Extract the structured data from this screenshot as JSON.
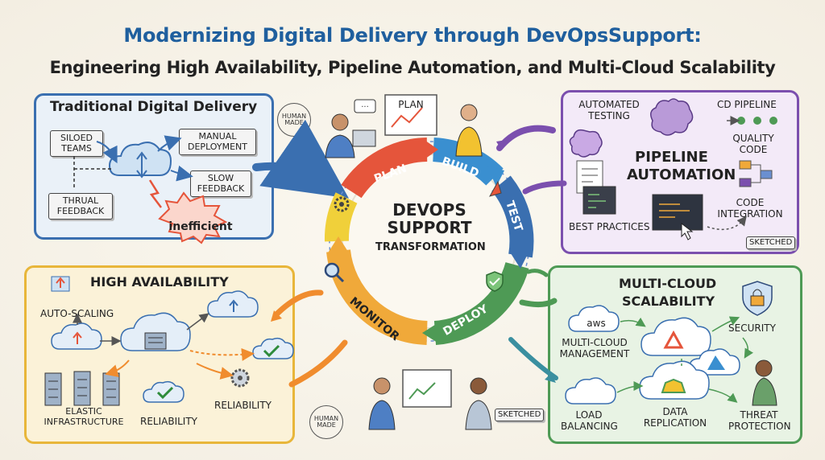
{
  "header": {
    "title": "Modernizing Digital Delivery through DevOpsSupport:",
    "subtitle": "Engineering High Availability, Pipeline Automation, and Multi-Cloud Scalability"
  },
  "traditional": {
    "title": "Traditional Digital Delivery",
    "siloed": "SILOED TEAMS",
    "manual": "MANUAL DEPLOYMENT",
    "slow": "SLOW FEEDBACK",
    "thrual": "THRUAL FEEDBACK",
    "inefficient": "inefficient"
  },
  "center": {
    "line1": "DEVOPS",
    "line2": "SUPPORT",
    "line3": "TRANSFORMATION",
    "stages": [
      "PLAN",
      "BUILD",
      "TEST",
      "DEPLOY",
      "MONITOR"
    ],
    "plan_board": "PLAN"
  },
  "pipeline": {
    "title1": "PIPELINE",
    "title2": "AUTOMATION",
    "automated": "AUTOMATED TESTING",
    "cd": "CD PIPELINE",
    "quality": "QUALITY CODE",
    "code": "CODE INTEGRATION",
    "best": "BEST PRACTICES",
    "sketched": "SKETCHED"
  },
  "ha": {
    "title": "HIGH AVAILABILITY",
    "autoscaling": "AUTO-SCALING",
    "elastic": "ELASTIC INFRASTRUCTURE",
    "reliability1": "RELIABILITY",
    "reliability2": "RELIABILITY"
  },
  "mc": {
    "title1": "MULTI-CLOUD",
    "title2": "SCALABILITY",
    "aws": "aws",
    "management": "MULTI-CLOUD MANAGEMENT",
    "security": "SECURITY",
    "load": "LOAD BALANCING",
    "replication": "DATA REPLICATION",
    "threat": "THREAT PROTECTION"
  },
  "stamps": {
    "human1": "HUMAN MADE",
    "human2": "HUMAN MADE",
    "sketched2": "SKETCHED"
  },
  "colors": {
    "blue": "#3a6fb0",
    "purple": "#7b4fae",
    "yellow": "#e8b63a",
    "green": "#4e9a55",
    "red": "#e5553b",
    "orange": "#f08c2e"
  }
}
